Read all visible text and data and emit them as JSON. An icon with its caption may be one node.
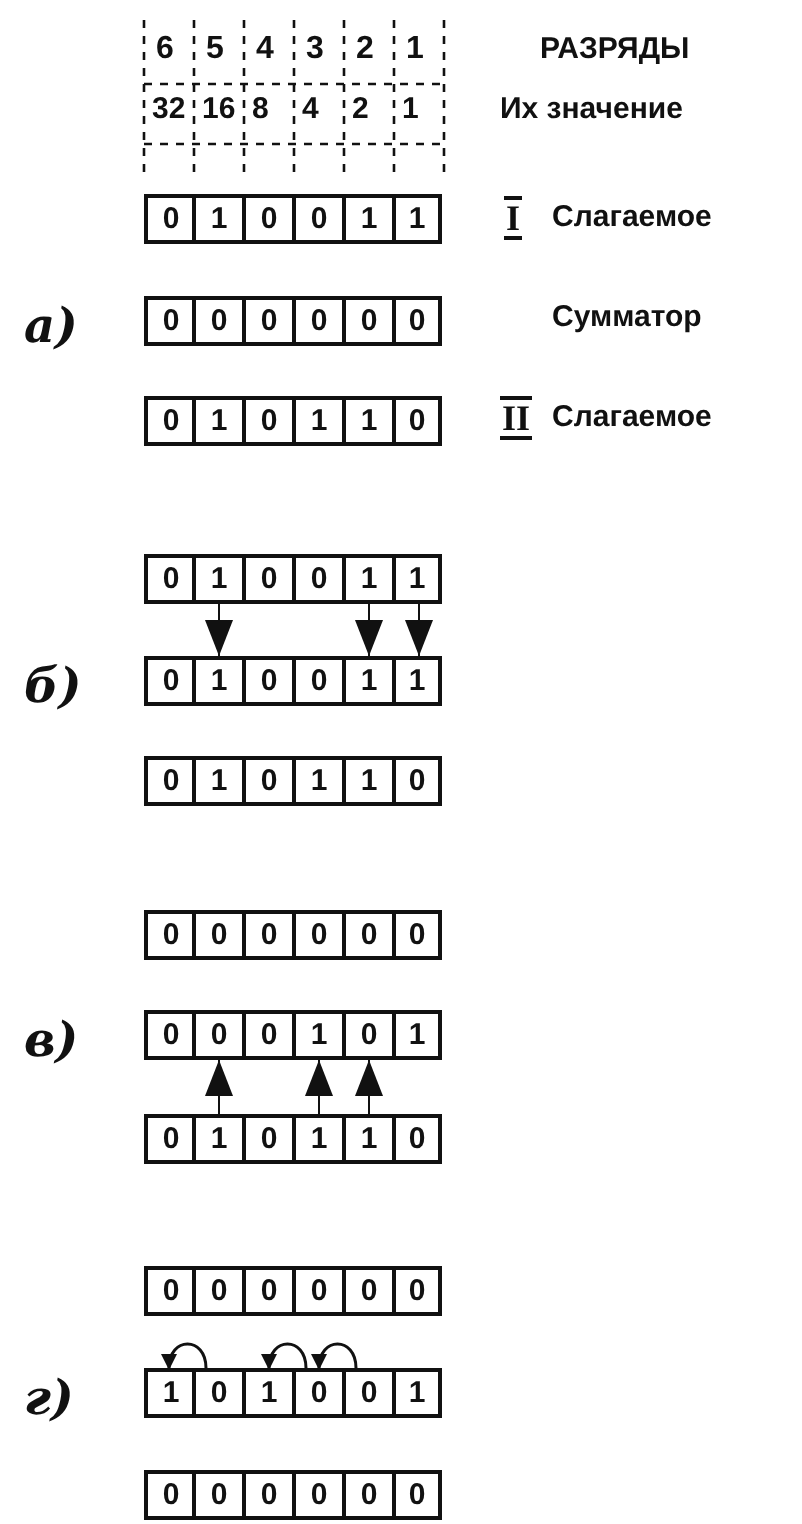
{
  "diagram": {
    "nodes": [
      {
        "text": [
          "0"
        ]
      },
      {
        "text": [
          "1"
        ]
      },
      {
        "text": [
          "0"
        ]
      },
      {
        "text": [
          "0"
        ]
      },
      {
        "text": [
          "1"
        ]
      },
      {
        "text": [
          "1"
        ]
      },
      {
        "text": [
          "0"
        ]
      },
      {
        "text": [
          "0"
        ]
      },
      {
        "text": [
          "0"
        ]
      },
      {
        "text": [
          "0"
        ]
      },
      {
        "text": [
          "0"
        ]
      },
      {
        "text": [
          "0"
        ]
      },
      {
        "text": [
          "0"
        ]
      },
      {
        "text": [
          "1"
        ]
      },
      {
        "text": [
          "0"
        ]
      },
      {
        "text": [
          "1"
        ]
      },
      {
        "text": [
          "1"
        ]
      },
      {
        "text": [
          "0"
        ]
      },
      {
        "text": [
          "0"
        ]
      },
      {
        "text": [
          "1"
        ]
      },
      {
        "text": [
          "0"
        ]
      },
      {
        "text": [
          "0"
        ]
      },
      {
        "text": [
          "1"
        ]
      },
      {
        "text": [
          "1"
        ]
      },
      {
        "text": [
          "0"
        ]
      },
      {
        "text": [
          "1"
        ]
      },
      {
        "text": [
          "0"
        ]
      },
      {
        "text": [
          "0"
        ]
      },
      {
        "text": [
          "1"
        ]
      },
      {
        "text": [
          "1"
        ]
      },
      {
        "text": [
          "0"
        ]
      },
      {
        "text": [
          "1"
        ]
      },
      {
        "text": [
          "0"
        ]
      },
      {
        "text": [
          "1"
        ]
      },
      {
        "text": [
          "1"
        ]
      },
      {
        "text": [
          "0"
        ]
      },
      {
        "text": [
          "0"
        ]
      },
      {
        "text": [
          "0"
        ]
      },
      {
        "text": [
          "0"
        ]
      },
      {
        "text": [
          "0"
        ]
      },
      {
        "text": [
          "0"
        ]
      },
      {
        "text": [
          "0"
        ]
      },
      {
        "text": [
          "0"
        ]
      },
      {
        "text": [
          "0"
        ]
      },
      {
        "text": [
          "0"
        ]
      },
      {
        "text": [
          "1"
        ]
      },
      {
        "text": [
          "0"
        ]
      },
      {
        "text": [
          "1"
        ]
      },
      {
        "text": [
          "0"
        ]
      },
      {
        "text": [
          "1"
        ]
      },
      {
        "text": [
          "0"
        ]
      },
      {
        "text": [
          "1"
        ]
      },
      {
        "text": [
          "1"
        ]
      },
      {
        "text": [
          "0"
        ]
      },
      {
        "text": [
          "0"
        ]
      },
      {
        "text": [
          "0"
        ]
      },
      {
        "text": [
          "0"
        ]
      },
      {
        "text": [
          "0"
        ]
      },
      {
        "text": [
          "0"
        ]
      },
      {
        "text": [
          "0"
        ]
      },
      {
        "text": [
          "1"
        ]
      },
      {
        "text": [
          "0"
        ]
      },
      {
        "text": [
          "1"
        ]
      },
      {
        "text": [
          "0"
        ]
      },
      {
        "text": [
          "0"
        ]
      },
      {
        "text": [
          "1"
        ]
      },
      {
        "text": [
          "0"
        ]
      },
      {
        "text": [
          "0"
        ]
      },
      {
        "text": [
          "0"
        ]
      },
      {
        "text": [
          "0"
        ]
      },
      {
        "text": [
          "0"
        ]
      },
      {
        "text": [
          "0"
        ]
      }
    ],
    "edges": [
      {
        "from": 19,
        "to": 25,
        "arrow": "to"
      },
      {
        "from": 22,
        "to": 28,
        "arrow": "to"
      },
      {
        "from": 23,
        "to": 29,
        "arrow": "to"
      },
      {
        "from": 49,
        "to": 43,
        "arrow": "to"
      },
      {
        "from": 51,
        "to": 45,
        "arrow": "to"
      },
      {
        "from": 52,
        "to": 46,
        "arrow": "to"
      },
      {
        "from": 61,
        "to": 60,
        "arrow": "to"
      },
      {
        "from": 63,
        "to": 62,
        "arrow": "to"
      },
      {
        "from": 64,
        "to": 63,
        "arrow": "to"
      }
    ],
    "labels": [
      "6",
      "5",
      "4",
      "3",
      "2",
      "1",
      "РАЗРЯДЫ",
      "32",
      "16",
      "8",
      "4",
      "2",
      "1",
      "Их значение",
      "I",
      "Слагаемое",
      "а)",
      "Сумматор",
      "II",
      "Слагаемое",
      "б)",
      "в)",
      "г)"
    ]
  }
}
